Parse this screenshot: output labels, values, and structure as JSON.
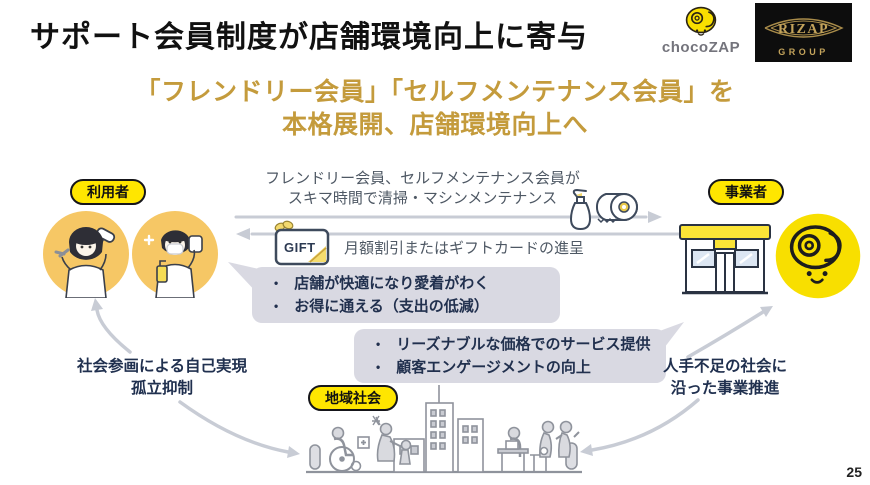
{
  "slide": {
    "title": "サポート会員制度が店舗環境向上に寄与",
    "subtitle_line1": "「フレンドリー会員」「セルフメンテナンス会員」を",
    "subtitle_line2": "本格展開、店舗環境向上へ",
    "page_number": "25"
  },
  "logos": {
    "chocozap_wordmark": "chocoZAP",
    "rizap_name": "RIZAP",
    "rizap_group": "GROUP"
  },
  "actors": {
    "user": "利用者",
    "business": "事業者",
    "community": "地域社会"
  },
  "flows": {
    "to_business_line1": "フレンドリー会員、セルフメンテナンス会員が",
    "to_business_line2": "スキマ時間で清掃・マシンメンテナンス",
    "gift_label": "GIFT",
    "to_user": "月額割引またはギフトカードの進呈"
  },
  "benefits": {
    "user_items": [
      "店舗が快適になり愛着がわく",
      "お得に通える（支出の低減）"
    ],
    "business_items": [
      "リーズナブルな価格でのサービス提供",
      "顧客エンゲージメントの向上"
    ]
  },
  "outcomes": {
    "user_line1": "社会参画による自己実現",
    "user_line2": "孤立抑制",
    "business_line1": "人手不足の社会に",
    "business_line2": "沿った事業推進"
  },
  "colors": {
    "accent_yellow": "#FFE600",
    "person_circle_yellow": "#F6C765",
    "subtitle_gold": "#C49B3C",
    "navy_text": "#20304F",
    "bubble_gray": "#D9D9E2",
    "arrow_gray": "#C8CCD5",
    "rizap_gold": "#C3A35B"
  }
}
